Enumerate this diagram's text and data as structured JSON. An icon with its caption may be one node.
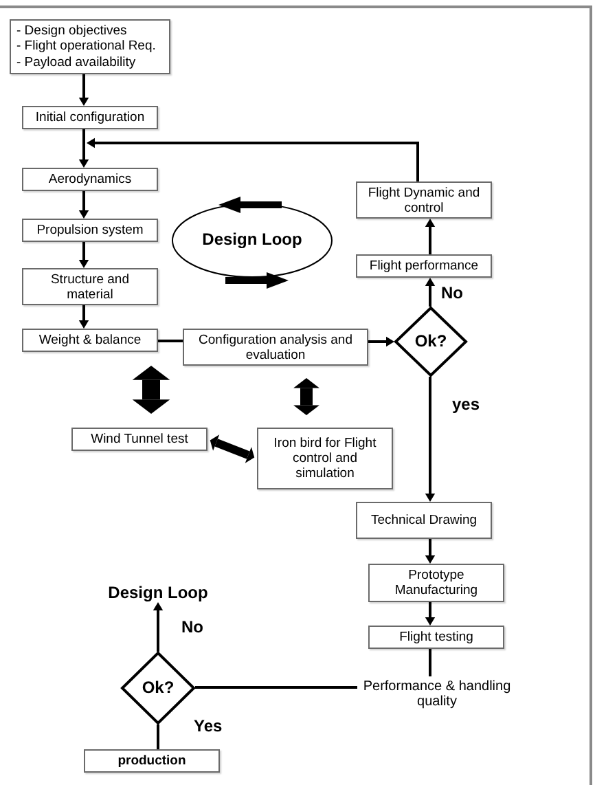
{
  "diagram": {
    "nodes": [
      {
        "text": [
          "- Design objectives",
          "- Flight operational Req.",
          "- Payload availability"
        ]
      },
      {
        "text": [
          "Initial configuration"
        ]
      },
      {
        "text": [
          "Aerodynamics"
        ]
      },
      {
        "text": [
          "Propulsion system"
        ]
      },
      {
        "text": [
          "Structure and material"
        ]
      },
      {
        "text": [
          "Weight & balance"
        ]
      },
      {
        "text": [
          "Configuration analysis and evaluation"
        ]
      },
      {
        "text": [
          "Ok?"
        ]
      },
      {
        "text": [
          "Flight performance"
        ]
      },
      {
        "text": [
          "Flight Dynamic and control"
        ]
      },
      {
        "text": [
          "Design Loop"
        ]
      },
      {
        "text": [
          "Wind Tunnel test"
        ]
      },
      {
        "text": [
          "Iron bird for Flight control and simulation"
        ]
      },
      {
        "text": [
          "Technical Drawing"
        ]
      },
      {
        "text": [
          "Prototype Manufacturing"
        ]
      },
      {
        "text": [
          "Flight testing"
        ]
      },
      {
        "text": [
          "Performance & handling quality"
        ]
      },
      {
        "text": [
          "Ok?"
        ]
      },
      {
        "text": [
          "Design Loop"
        ]
      },
      {
        "text": [
          "production"
        ]
      }
    ],
    "edges": [
      {
        "from": 0,
        "to": 1,
        "arrow": "to"
      },
      {
        "from": 1,
        "to": 2,
        "arrow": "to"
      },
      {
        "from": 2,
        "to": 3,
        "arrow": "to"
      },
      {
        "from": 3,
        "to": 4,
        "arrow": "to"
      },
      {
        "from": 4,
        "to": 5,
        "arrow": "to"
      },
      {
        "from": 5,
        "to": 6,
        "arrow": "none"
      },
      {
        "from": 6,
        "to": 7,
        "arrow": "to"
      },
      {
        "from": 7,
        "to": 8,
        "arrow": "to",
        "label": "No"
      },
      {
        "from": 8,
        "to": 9,
        "arrow": "to"
      },
      {
        "from": 9,
        "to": 2,
        "arrow": "to"
      },
      {
        "from": 7,
        "to": 13,
        "arrow": "to",
        "label": "yes"
      },
      {
        "from": 13,
        "to": 14,
        "arrow": "to"
      },
      {
        "from": 14,
        "to": 15,
        "arrow": "to"
      },
      {
        "from": 15,
        "to": 16,
        "arrow": "none"
      },
      {
        "from": 16,
        "to": 17,
        "arrow": "none"
      },
      {
        "from": 17,
        "to": 18,
        "arrow": "to",
        "label": "No"
      },
      {
        "from": 17,
        "to": 19,
        "arrow": "none",
        "label": "Yes"
      },
      {
        "from": 5,
        "to": 11,
        "arrow": "both",
        "style": "thick"
      },
      {
        "from": 6,
        "to": 12,
        "arrow": "both",
        "style": "thick"
      },
      {
        "from": 11,
        "to": 12,
        "arrow": "both",
        "style": "thick"
      }
    ]
  }
}
